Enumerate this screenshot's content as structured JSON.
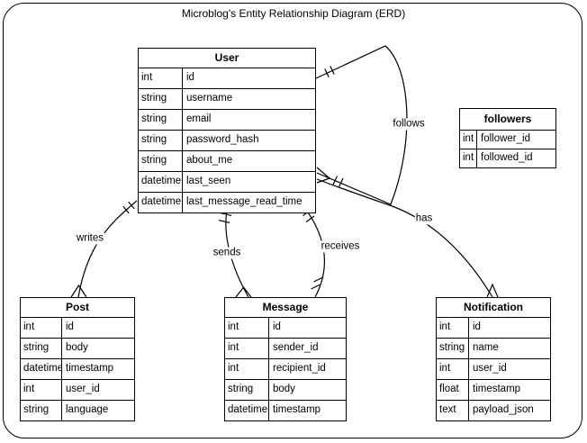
{
  "title": "Microblog's Entity Relationship Diagram (ERD)",
  "entities": {
    "user": {
      "name": "User",
      "rows": [
        [
          "int",
          "id"
        ],
        [
          "string",
          "username"
        ],
        [
          "string",
          "email"
        ],
        [
          "string",
          "password_hash"
        ],
        [
          "string",
          "about_me"
        ],
        [
          "datetime",
          "last_seen"
        ],
        [
          "datetime",
          "last_message_read_time"
        ]
      ]
    },
    "followers": {
      "name": "followers",
      "rows": [
        [
          "int",
          "follower_id"
        ],
        [
          "int",
          "followed_id"
        ]
      ]
    },
    "post": {
      "name": "Post",
      "rows": [
        [
          "int",
          "id"
        ],
        [
          "string",
          "body"
        ],
        [
          "datetime",
          "timestamp"
        ],
        [
          "int",
          "user_id"
        ],
        [
          "string",
          "language"
        ]
      ]
    },
    "message": {
      "name": "Message",
      "rows": [
        [
          "int",
          "id"
        ],
        [
          "int",
          "sender_id"
        ],
        [
          "int",
          "recipient_id"
        ],
        [
          "string",
          "body"
        ],
        [
          "datetime",
          "timestamp"
        ]
      ]
    },
    "notification": {
      "name": "Notification",
      "rows": [
        [
          "int",
          "id"
        ],
        [
          "string",
          "name"
        ],
        [
          "int",
          "user_id"
        ],
        [
          "float",
          "timestamp"
        ],
        [
          "text",
          "payload_json"
        ]
      ]
    }
  },
  "relationships": {
    "follows": "follows",
    "writes": "writes",
    "sends": "sends",
    "receives": "receives",
    "has": "has"
  },
  "colors": {
    "stroke": "#000000",
    "background": "#ffffff"
  }
}
